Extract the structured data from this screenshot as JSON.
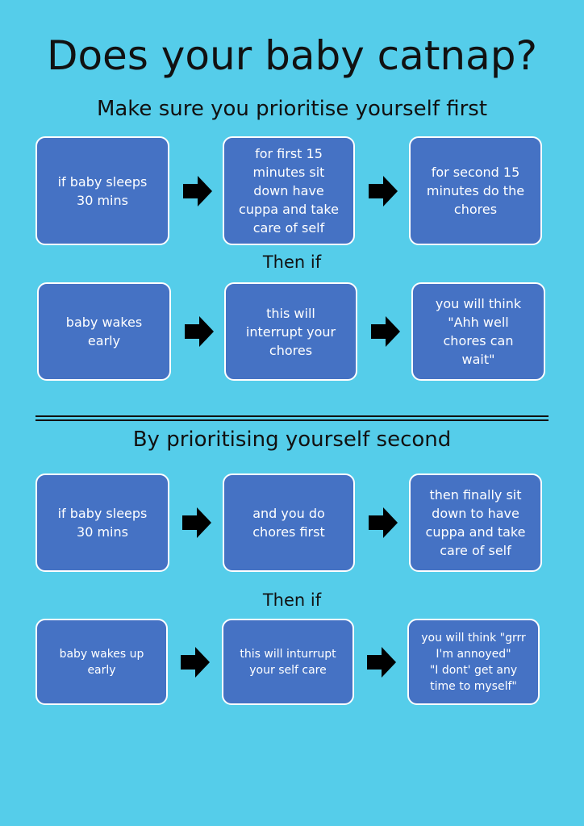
{
  "title": "Does your baby catnap?",
  "subtitle1": "Make sure you prioritise yourself first",
  "then_if": "Then if",
  "subtitle2": "By prioritising yourself second",
  "colors": {
    "background": "#55cdea",
    "box": "#4572c4",
    "arrow": "#000000"
  },
  "rows": [
    [
      "if baby sleeps\n30 mins",
      "for first 15\nminutes sit\ndown have\ncuppa and take\ncare of self",
      "for second 15\nminutes do the\nchores"
    ],
    [
      "baby wakes\nearly",
      "this will\ninterrupt your\nchores",
      "you will think\n\"Ahh well\nchores can\nwait\""
    ],
    [
      "if baby sleeps\n30 mins",
      "and you do\nchores first",
      "then finally sit\ndown to have\ncuppa and take\ncare of self"
    ],
    [
      "baby wakes up\nearly",
      "this will inturrupt\nyour self care",
      "you will think \"grrr\nI'm annoyed\"\n\"I dont' get any\ntime to myself\""
    ]
  ]
}
